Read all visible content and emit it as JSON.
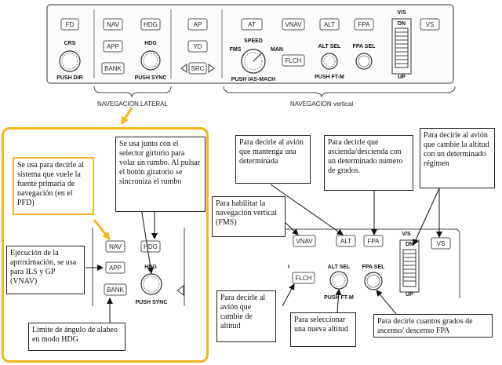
{
  "top_panel": {
    "buttons": {
      "fd": "FD",
      "nav": "NAV",
      "hdg": "HDG",
      "app": "APP",
      "bank": "BANK",
      "ap": "AP",
      "yd": "YD",
      "src": "SRC",
      "at": "AT",
      "vnav": "VNAV",
      "alt": "ALT",
      "fpa": "FPA",
      "vs": "VS",
      "flch": "FLCH"
    },
    "labels": {
      "crs": "CRS",
      "push_dir": "PUSH DIR",
      "hdg_knob": "HDG",
      "push_sync": "PUSH SYNC",
      "speed": "SPEED",
      "fms": "FMS",
      "man": "MAN",
      "push_ias_mach": "PUSH IAS-MACH",
      "alt_sel": "ALT SEL",
      "push_ft_m": "PUSH FT-M",
      "fpa_sel": "FPA SEL",
      "vs": "V/S",
      "dn": "DN",
      "up": "UP"
    },
    "sections": {
      "lateral": "NAVEGACION LATERAL",
      "vertical": "NAVEGACION vertical"
    }
  },
  "left_detail": {
    "buttons": {
      "nav": "NAV",
      "hdg": "HDG",
      "app": "APP",
      "bank": "BANK"
    },
    "labels": {
      "hdg_knob": "HDG",
      "push_sync": "PUSH SYNC"
    }
  },
  "right_detail": {
    "buttons": {
      "vnav": "VNAV",
      "alt": "ALT",
      "fpa": "FPA",
      "vs": "VS",
      "flch": "FLCH"
    },
    "labels": {
      "alt_sel": "ALT SEL",
      "push_ft_m": "PUSH FT-M",
      "fpa_sel": "FPA SEL",
      "vs": "V/S",
      "dn": "DN",
      "up": "UP",
      "small_mark": "I"
    }
  },
  "callouts": {
    "source": "Se usa para decirle al sistema que vuele la fuente primaria de navegación (en el PFD)",
    "hdg_selector": "Se usa junto con el selector girtorio para volar un rumbo. Al pulsar el botón giratorio se sincroniza el rumbo",
    "approach": "Ejecución de la aproximación, se usa para ILS y GP (VNAV)",
    "bank": "Limite de ángulo de alabeo en modo HDG",
    "alt_hold": "Para decirle al avión que mantenga una determinada",
    "fpa": "Para decirle que ascienda/descienda con un determinado numero de grados.",
    "vs": "Para decirle al avión que cambie la altitud con un determinado régimen",
    "vnav": "Para habilitar la navegación vertical (FMS)",
    "flch": "Para decirle al avión que cambie de altitud",
    "alt_sel": "Para seleccionar una nueva altitud",
    "fpa_sel": "Para decirle cuantos grados de ascenso/ descenso FPA"
  }
}
